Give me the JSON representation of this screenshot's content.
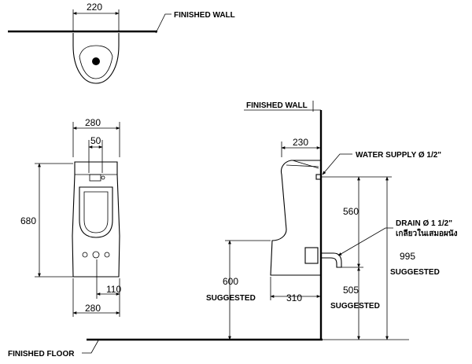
{
  "top_view": {
    "width_dim": "220",
    "wall_label": "FINISHED WALL"
  },
  "front_view": {
    "overall_width_top": "280",
    "inlet_offset": "50",
    "height": "680",
    "outlet_offset": "110",
    "overall_width_bottom": "280"
  },
  "side_view": {
    "wall_label": "FINISHED WALL",
    "depth_top": "230",
    "water_supply": "WATER SUPPLY Ø 1/2\"",
    "drain": "DRAIN Ø 1 1/2\"",
    "drain_note_thai": "เกลียวในเสมอผนัง",
    "supply_drain_gap": "560",
    "supply_height": "995",
    "supply_height_note": "SUGGESTED",
    "rim_height": "600",
    "rim_height_note": "SUGGESTED",
    "depth_bottom": "310",
    "drain_height": "505",
    "drain_height_note": "SUGGESTED"
  },
  "floor_label": "FINISHED FLOOR"
}
